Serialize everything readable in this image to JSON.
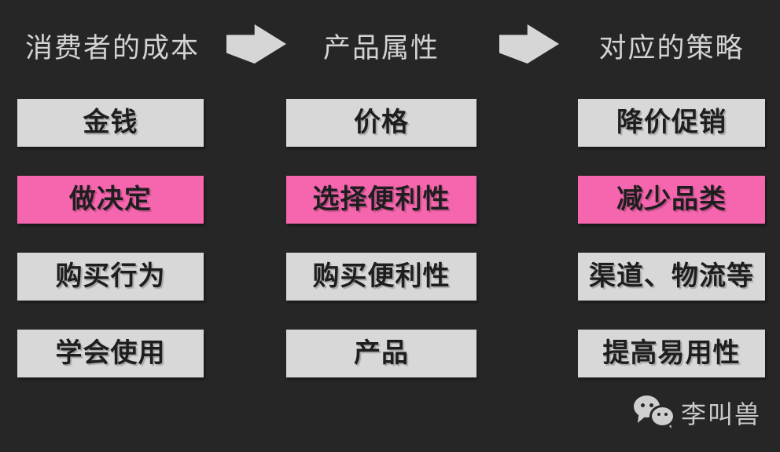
{
  "slide": {
    "background_color": "#262626",
    "box_color": "#d8d8d8",
    "highlight_color": "#f566ae",
    "box_text_color": "#1e1e1e",
    "header_text_color": "#d3d3d3",
    "arrow_color": "#d6d6d6"
  },
  "columns": [
    {
      "header": "消费者的成本",
      "items": [
        {
          "label": "金钱",
          "highlight": false
        },
        {
          "label": "做决定",
          "highlight": true
        },
        {
          "label": "购买行为",
          "highlight": false
        },
        {
          "label": "学会使用",
          "highlight": false
        }
      ]
    },
    {
      "header": "产品属性",
      "items": [
        {
          "label": "价格",
          "highlight": false
        },
        {
          "label": "选择便利性",
          "highlight": true
        },
        {
          "label": "购买便利性",
          "highlight": false
        },
        {
          "label": "产品",
          "highlight": false
        }
      ]
    },
    {
      "header": "对应的策略",
      "items": [
        {
          "label": "降价促销",
          "highlight": false
        },
        {
          "label": "减少品类",
          "highlight": true
        },
        {
          "label": "渠道、物流等",
          "highlight": false
        },
        {
          "label": "提高易用性",
          "highlight": false
        }
      ]
    }
  ],
  "watermark": {
    "icon": "wechat-icon",
    "name": "李叫兽"
  }
}
